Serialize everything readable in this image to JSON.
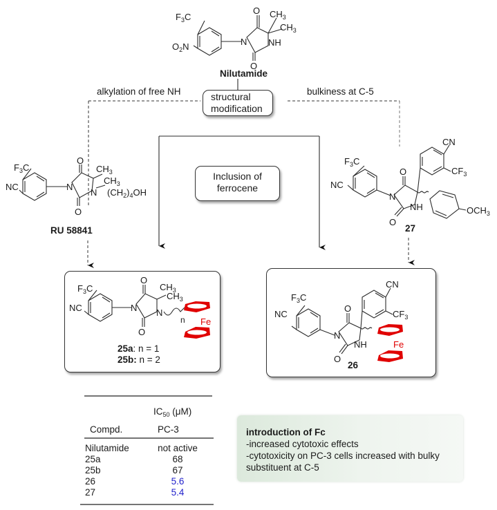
{
  "compounds": {
    "nilutamide": {
      "label": "Nilutamide",
      "substituents": {
        "cf3": "F3C",
        "no2": "O2N",
        "ch3_a": "CH3",
        "ch3_b": "CH3",
        "nh": "NH",
        "n": "N",
        "o_top": "O",
        "o_bottom": "O"
      }
    },
    "ru58841": {
      "label": "RU 58841",
      "substituents": {
        "cf3": "F3C",
        "nc": "NC",
        "ch3_a": "CH3",
        "ch3_b": "CH3",
        "n": "N",
        "n2": "N",
        "chain": "(CH2)4OH",
        "o_top": "O",
        "o_bottom": "O"
      }
    },
    "c27": {
      "label": "27",
      "substituents": {
        "cf3": "F3C",
        "nc": "NC",
        "cn": "CN",
        "cf3_b": "CF3",
        "och3": "OCH3",
        "nh": "NH",
        "n": "N",
        "o_top": "O",
        "o_bottom": "O"
      }
    },
    "c25": {
      "label_a": "25a",
      "label_a_rest": ": n = 1",
      "label_b": "25b:",
      "label_b_rest": " n = 2",
      "substituents": {
        "cf3": "F3C",
        "nc": "NC",
        "ch3_a": "CH3",
        "ch3_b": "CH3",
        "n": "N",
        "n2": "N",
        "n_sub": "n",
        "fe": "Fe",
        "o_top": "O",
        "o_bottom": "O"
      }
    },
    "c26": {
      "label": "26",
      "substituents": {
        "cf3": "F3C",
        "nc": "NC",
        "cn": "CN",
        "cf3_b": "CF3",
        "nh": "NH",
        "n": "N",
        "fe": "Fe",
        "o_top": "O",
        "o_bottom": "O"
      }
    }
  },
  "labels": {
    "alkylation": "alkylation of free NH",
    "bulkiness": "bulkiness at C-5",
    "structural_mod_line1": "structural",
    "structural_mod_line2": "modification",
    "inclusion_line1": "Inclusion of",
    "inclusion_line2": "ferrocene"
  },
  "table": {
    "header_ic50": "IC50 (μM)",
    "header_compd": "Compd.",
    "header_cell": "PC-3",
    "rows": [
      {
        "compd": "Nilutamide",
        "value": "not active",
        "highlight": false
      },
      {
        "compd": "25a",
        "value": "68",
        "highlight": false
      },
      {
        "compd": "25b",
        "value": "67",
        "highlight": false
      },
      {
        "compd": "26",
        "value": "5.6",
        "highlight": true
      },
      {
        "compd": "27",
        "value": "5.4",
        "highlight": true
      }
    ],
    "highlight_color": "#2222cc"
  },
  "note": {
    "title": "introduction of Fc",
    "line1": "-increased cytotoxic effects",
    "line2": "-cytotoxicity on PC-3 cells increased with bulky",
    "line3": "substituent at C-5"
  },
  "colors": {
    "ferrocene": "#e00000",
    "note_bg": "#e4eee4"
  }
}
